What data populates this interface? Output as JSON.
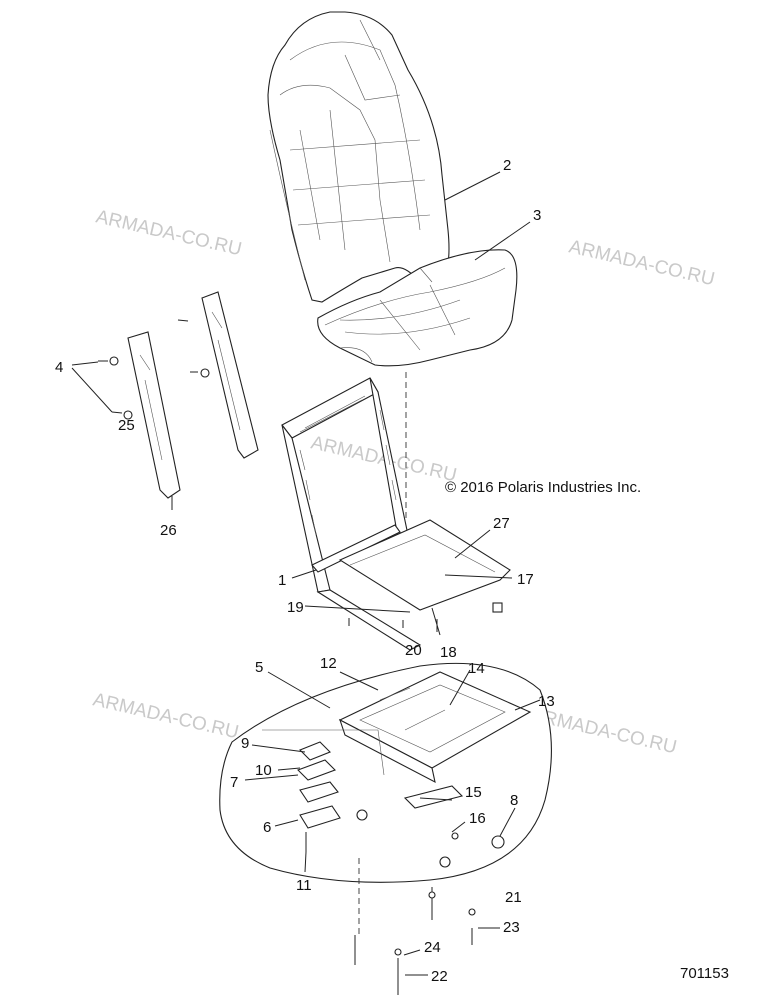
{
  "watermark": "ARMADA-CO.RU",
  "copyright": "© 2016 Polaris Industries Inc.",
  "diagram_number": "701153",
  "callouts": [
    "1",
    "2",
    "3",
    "4",
    "5",
    "6",
    "7",
    "8",
    "9",
    "10",
    "11",
    "12",
    "13",
    "14",
    "15",
    "16",
    "17",
    "18",
    "19",
    "20",
    "21",
    "22",
    "23",
    "24",
    "25",
    "26",
    "27"
  ]
}
